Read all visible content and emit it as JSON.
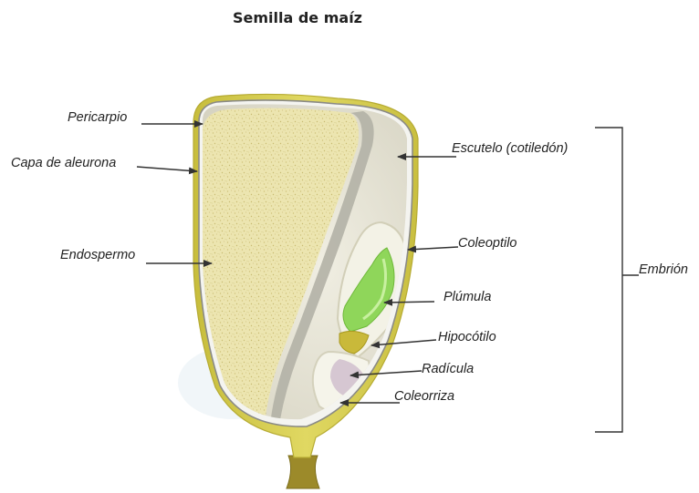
{
  "title": "Semilla de maíz",
  "labels": {
    "pericarpio": "Pericarpio",
    "aleurona": "Capa de aleurona",
    "endospermo": "Endospermo",
    "escutelo": "Escutelo (cotiledón)",
    "coleoptilo": "Coleoptilo",
    "plumula": "Plúmula",
    "hipocotilo": "Hipocótilo",
    "radicula": "Radícula",
    "coleorriza": "Coleorriza",
    "embrion": "Embrión"
  },
  "colors": {
    "pericarp": "#d8cf58",
    "aleurone": "#f2f2ee",
    "endosperm": "#ece5b0",
    "embryo": "#e4e2d4",
    "plumule": "#8fd65a",
    "hypocotyl": "#c9b93a"
  }
}
